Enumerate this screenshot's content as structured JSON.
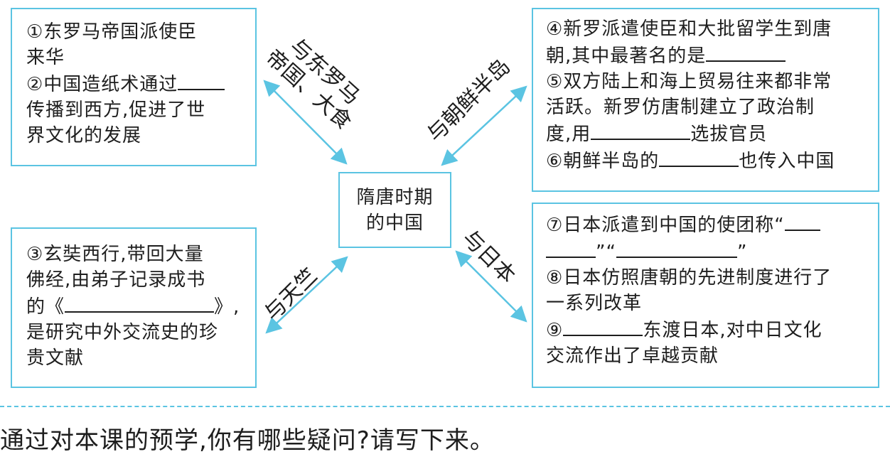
{
  "colors": {
    "accent": "#5bc4e2",
    "text": "#1e1e1e"
  },
  "center": {
    "line1": "隋唐时期",
    "line2": "的中国"
  },
  "connectors": {
    "top_left": {
      "line1": "与东罗马",
      "line2": "帝国、大食"
    },
    "top_right": "与朝鲜半岛",
    "bottom_left": "与天竺",
    "bottom_right": "与日本"
  },
  "box_top_left": {
    "l1": "①东罗马帝国派使臣",
    "l2": "来华",
    "l3_pre": "②中国造纸术通过",
    "l4": "传播到西方,促进了世",
    "l5": "界文化的发展"
  },
  "box_bottom_left": {
    "l1": "③玄奘西行,带回大量",
    "l2": "佛经,由弟子记录成书",
    "l3_pre": "的《",
    "l3_post": "》,",
    "l4": "是研究中外交流史的珍",
    "l5": "贵文献"
  },
  "box_top_right": {
    "l1": "④新罗派遣使臣和大批留学生到唐",
    "l2_pre": "朝,其中最著名的是",
    "l3": "⑤双方陆上和海上贸易往来都非常",
    "l4": "活跃。新罗仿唐制建立了政治制",
    "l5_pre": "度,用",
    "l5_post": "选拔官员",
    "l6_pre": "⑥朝鲜半岛的",
    "l6_post": "也传入中国"
  },
  "box_bottom_right": {
    "l1_pre": "⑦日本派遣到中国的使团称“",
    "l2_mid": "”“",
    "l2_post": "”",
    "l3": "⑧日本仿照唐朝的先进制度进行了",
    "l4": "一系列改革",
    "l5_pre": "⑨",
    "l5_post": "东渡日本,对中日文化",
    "l6": "交流作出了卓越贡献"
  },
  "question": "通过对本课的预学,你有哪些疑问?请写下来。"
}
